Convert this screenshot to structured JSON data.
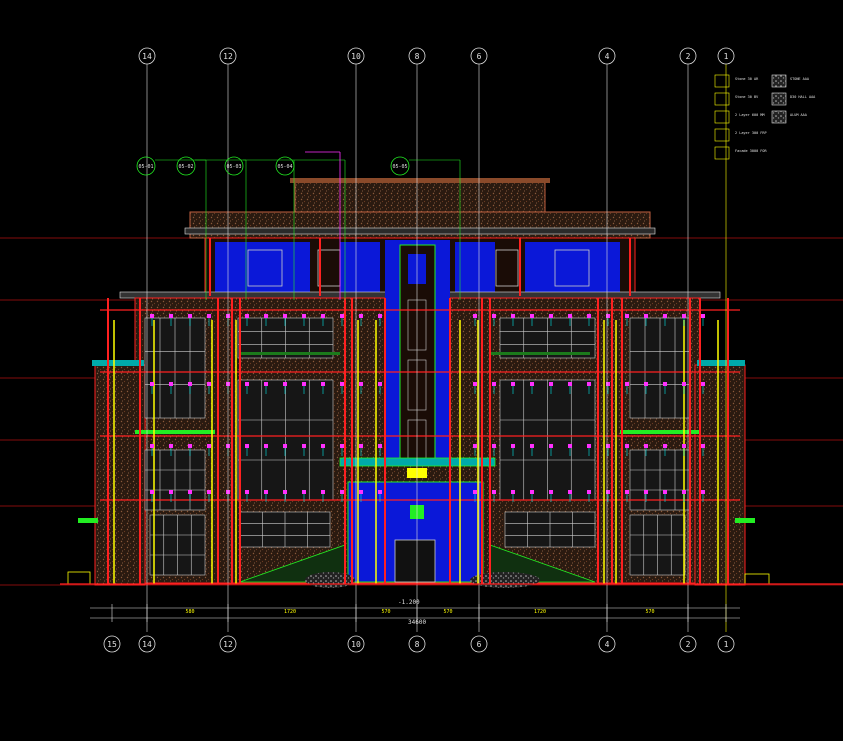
{
  "drawing": {
    "background": "#000000",
    "colors": {
      "axis": "#e0e0e0",
      "blue_fill": "#0b18d8",
      "red": "#ff2020",
      "green": "#22ee22",
      "yellow": "#ffff00",
      "cyan": "#00e6e6",
      "magenta": "#ff30ff",
      "brown": "#8a4a2a",
      "white": "#ffffff"
    },
    "axis_labels_top": [
      "14",
      "12",
      "10",
      "8",
      "6",
      "4",
      "2",
      "1"
    ],
    "axis_labels_bottom": [
      "15",
      "14",
      "12",
      "10",
      "8",
      "6",
      "4",
      "2",
      "1"
    ],
    "section_markers": [
      "05-01",
      "05-02",
      "05-03",
      "05-04",
      "05-05"
    ],
    "elevation_mark": "-1.200",
    "overall_dimension": "34600",
    "bay_dimensions": [
      "580",
      "1720",
      "570",
      "570",
      "1720",
      "570"
    ],
    "legend": {
      "left": [
        {
          "code": "D",
          "label": "Stone 30 AR"
        },
        {
          "code": "D",
          "label": "Stone 30 BV"
        },
        {
          "code": "D",
          "label": "2 Layer 600 MM"
        },
        {
          "code": "D",
          "label": "2 Layer 300 FRP"
        },
        {
          "code": "D",
          "label": "Facade 3000 FOR"
        }
      ],
      "right": [
        {
          "code": "D",
          "label": "STONE AAA"
        },
        {
          "code": "D",
          "label": "D30 HALL AAA"
        },
        {
          "code": "D",
          "label": "ALUM AAA"
        }
      ]
    }
  }
}
